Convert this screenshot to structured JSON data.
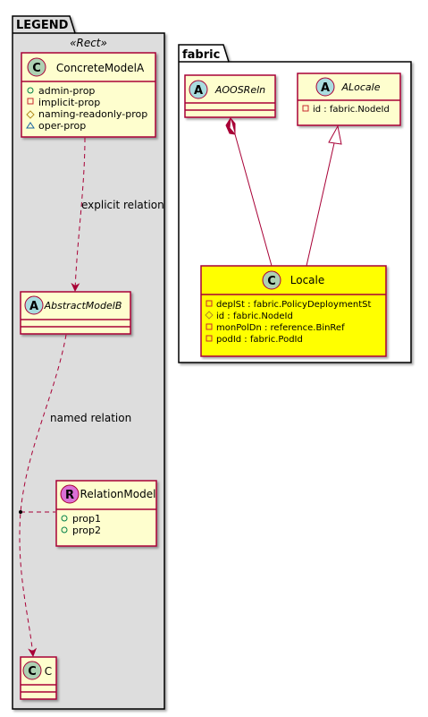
{
  "legend": {
    "title": "LEGEND",
    "stereotype": "«Rect»",
    "concrete_model": {
      "name": "ConcreteModelA",
      "kind": "C",
      "attributes": [
        {
          "vis": "public",
          "text": "admin-prop"
        },
        {
          "vis": "private",
          "text": "implicit-prop"
        },
        {
          "vis": "protected",
          "text": "naming-readonly-prop"
        },
        {
          "vis": "package",
          "text": "oper-prop"
        }
      ]
    },
    "explicit_relation_label": "explicit relation",
    "abstract_model": {
      "name": "AbstractModelB",
      "kind": "A"
    },
    "named_relation_label": "named relation",
    "relation_model": {
      "name": "RelationModel",
      "kind": "R",
      "attributes": [
        {
          "vis": "public",
          "text": "prop1"
        },
        {
          "vis": "public",
          "text": "prop2"
        }
      ]
    },
    "class_c": {
      "name": "C",
      "kind": "C"
    }
  },
  "fabric": {
    "title": "fabric",
    "aoos": {
      "name": "AOOSReln",
      "kind": "A"
    },
    "alocale": {
      "name": "ALocale",
      "kind": "A",
      "attributes": [
        {
          "vis": "private",
          "text": "id : fabric.NodeId"
        }
      ]
    },
    "locale": {
      "name": "Locale",
      "kind": "C",
      "attributes": [
        {
          "vis": "private",
          "text": "deplSt : fabric.PolicyDeploymentSt"
        },
        {
          "vis": "protected",
          "text": "id : fabric.NodeId"
        },
        {
          "vis": "private",
          "text": "monPolDn : reference.BinRef"
        },
        {
          "vis": "private",
          "text": "podId : fabric.PodId"
        }
      ]
    }
  },
  "colors": {
    "class_fill": "#FEFECE",
    "class_border": "#A80036",
    "package_fill_legend": "#DDDDDD",
    "package_fill_fabric": "#FFFFFF",
    "locale_fill": "#FFFF00",
    "circle_c": "#ADD1B2",
    "circle_a": "#A9DCDF",
    "circle_r": "#DA70D6"
  }
}
